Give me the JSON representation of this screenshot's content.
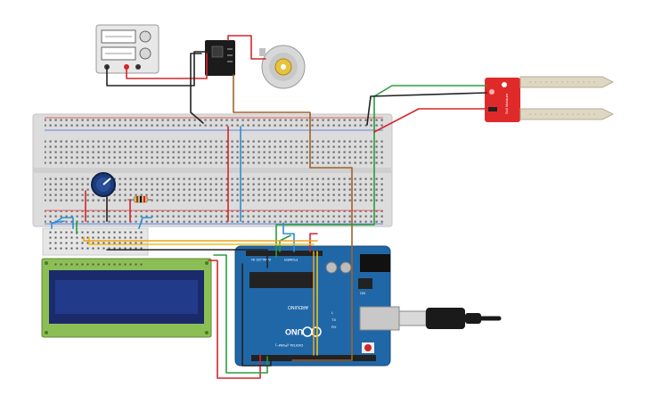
{
  "arduino": {
    "brand": "ARDUINO",
    "model": "UNO",
    "power_header": "POWER",
    "analog_header": "ANALOG IN",
    "digital_header": "DIGITAL (PWM~)",
    "tx_label": "TX",
    "rx_label": "RX",
    "l_label": "L",
    "on_label": "ON"
  },
  "moisture_sensor": {
    "label": "Soil Moisture"
  },
  "colors": {
    "wire_red": "#d3262a",
    "wire_black": "#222222",
    "wire_green": "#2a9d3e",
    "wire_blue": "#2a8fd6",
    "wire_orange": "#f0a020",
    "wire_brown": "#a0622a",
    "wire_yellow": "#e8c21c",
    "arduino_blue": "#2067a8",
    "lcd_green": "#8bbf55",
    "lcd_screen": "#1b2a6b",
    "sensor_red": "#e02a2a",
    "breadboard": "#dcdcdc"
  },
  "icons": {
    "power_supply": "dc-power-supply",
    "relay": "relay-module",
    "motor": "dc-motor",
    "potentiometer": "potentiometer-knob",
    "resistor": "resistor",
    "usb": "usb-cable"
  }
}
